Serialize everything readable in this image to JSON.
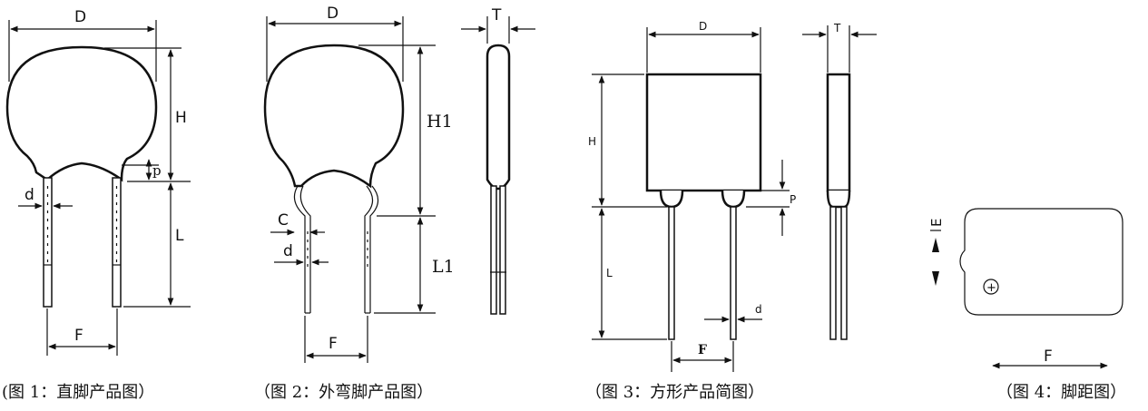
{
  "fig1": {
    "dim_D": "D",
    "dim_H": "H",
    "dim_p": "p",
    "dim_d": "d",
    "dim_L": "L",
    "dim_F": "F",
    "caption": "(图 1：直脚产品图）"
  },
  "fig2": {
    "dim_D": "D",
    "dim_T": "T",
    "dim_H1": "H1",
    "dim_C": "C",
    "dim_d": "d",
    "dim_L1": "L1",
    "dim_F": "F",
    "caption": "（图 2：外弯脚产品图）"
  },
  "fig3": {
    "dim_D": "D",
    "dim_T": "T",
    "dim_H": "H",
    "dim_P": "P",
    "dim_L": "L",
    "dim_d": "d",
    "dim_F": "F",
    "caption": "（图 3：方形产品简图）"
  },
  "fig4": {
    "dim_E": "E",
    "dim_F": "F",
    "plus": "+",
    "caption": "（图 4：脚距图）"
  }
}
